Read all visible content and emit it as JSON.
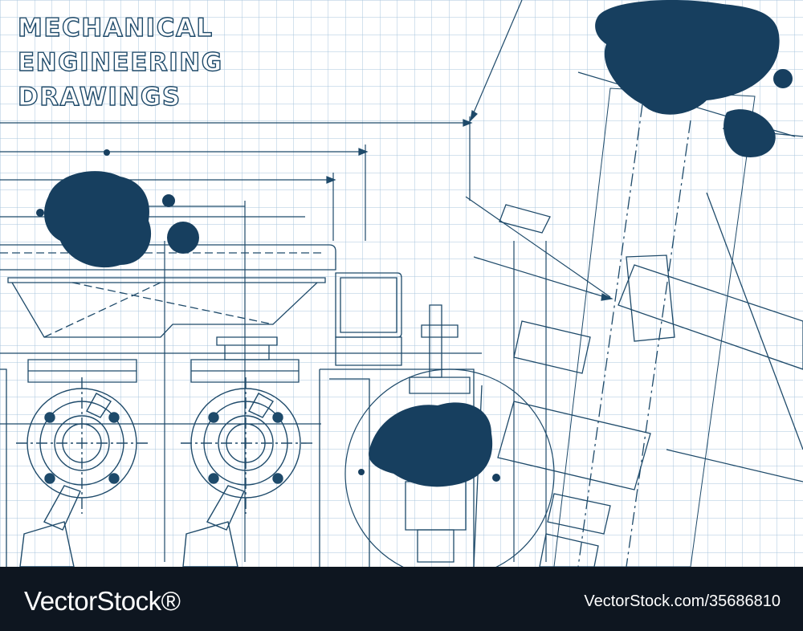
{
  "title": {
    "lines": [
      "MECHANICAL",
      "ENGINEERING",
      "DRAWINGS"
    ]
  },
  "watermark": {
    "brand": "VectorStock®",
    "image_id": "VectorStock.com/35686810"
  },
  "colors": {
    "background": "#ffffff",
    "grid": "#a9c6dc",
    "line_work": "#1e4a6a",
    "ink_blot": "#173f5f",
    "footer": "#0e1620",
    "footer_text": "#ffffff"
  }
}
